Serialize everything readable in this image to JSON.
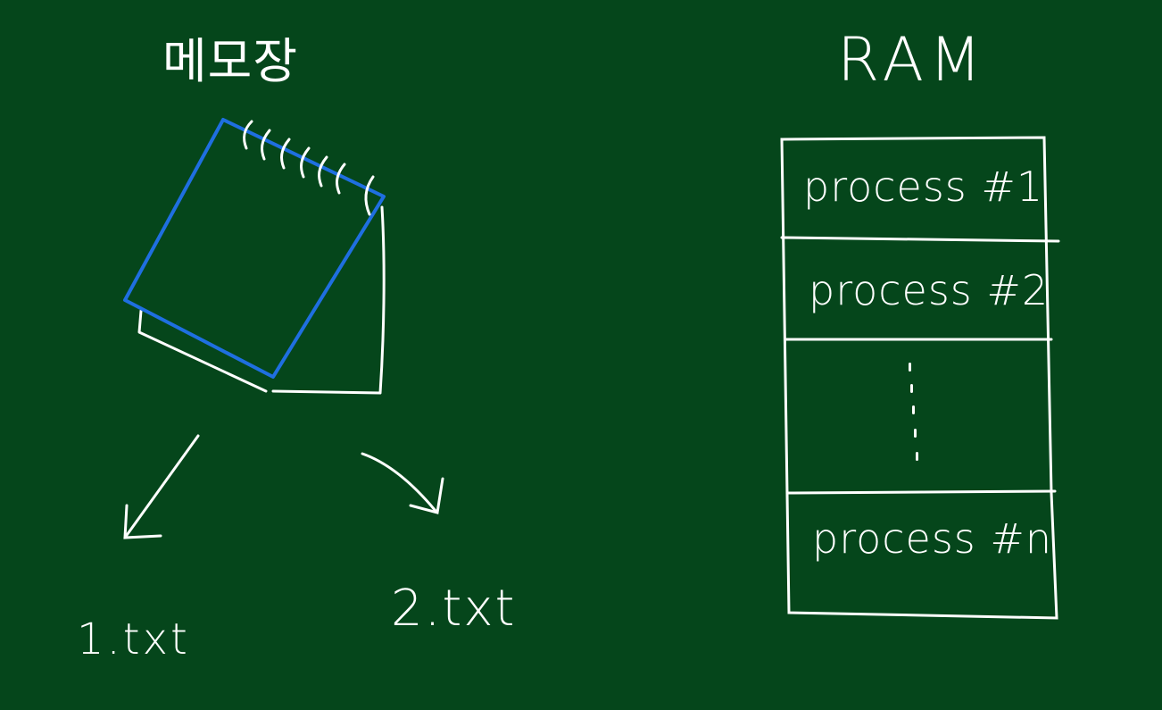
{
  "notepad": {
    "title": "메모장",
    "files": [
      "1.txt",
      "2.txt"
    ]
  },
  "ram": {
    "title": "RAM",
    "processes": [
      "process #1",
      "process #2",
      "process #n"
    ]
  },
  "colors": {
    "board": "#05461b",
    "chalk": "#ffffff",
    "notepad_outline": "#1f6fe0"
  },
  "icons": {
    "notepad": "spiral-notepad-icon",
    "arrows": "hand-drawn-arrow-icon",
    "ellipsis": "vertical-dots"
  }
}
